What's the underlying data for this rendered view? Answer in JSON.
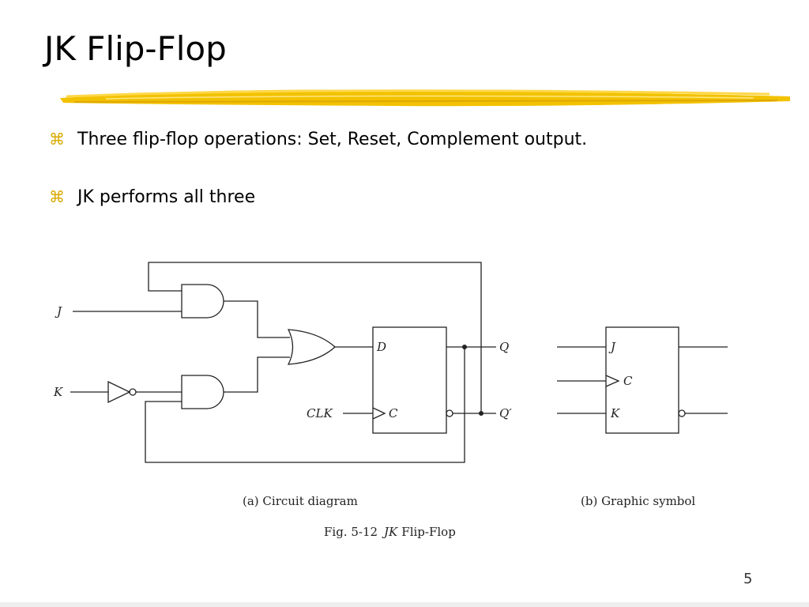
{
  "slide": {
    "title": "JK Flip-Flop",
    "accent_color": "#f2c200",
    "bullet_icon": "command-key-icon",
    "bullet_glyph": "⌘",
    "bullets": [
      "Three flip-flop operations: Set, Reset, Complement output.",
      "JK performs all three"
    ],
    "page_number": "5"
  },
  "figure": {
    "circuit": {
      "input_j": "J",
      "input_k": "K",
      "clock": "CLK",
      "d_pin": "D",
      "c_pin": "C",
      "out_q": "Q",
      "out_q_bar": "Q′",
      "caption": "(a) Circuit diagram"
    },
    "symbol": {
      "pin_j": "J",
      "pin_c": "C",
      "pin_k": "K",
      "caption": "(b) Graphic symbol"
    },
    "caption_prefix": "Fig. 5-12",
    "caption_italic": "JK",
    "caption_suffix": "Flip-Flop"
  }
}
